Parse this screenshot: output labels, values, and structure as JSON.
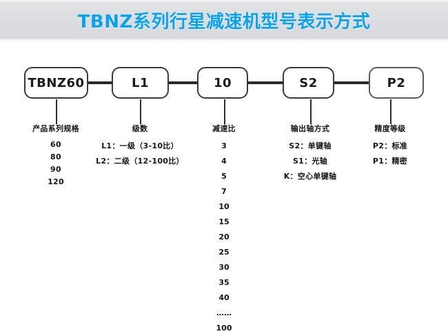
{
  "header": {
    "title": "TBNZ系列行星减速机型号表示方式",
    "title_color": "#0aa3ea",
    "band_color": "#dcdde0"
  },
  "diagram": {
    "type": "model-code-breakdown",
    "boxes": [
      {
        "label": "TBNZ60",
        "name": "code-box-series"
      },
      {
        "label": "L1",
        "name": "code-box-stage"
      },
      {
        "label": "10",
        "name": "code-box-ratio"
      },
      {
        "label": "S2",
        "name": "code-box-shaft"
      },
      {
        "label": "P2",
        "name": "code-box-precision"
      }
    ],
    "columns": [
      {
        "name": "series-spec",
        "header": "产品系列规格",
        "items": [
          "60",
          "80",
          "90",
          "120"
        ]
      },
      {
        "name": "stage-count",
        "header": "级数",
        "items": [
          "L1：一级（3-10比）",
          "L2：二级（12-100比）"
        ]
      },
      {
        "name": "reduction-ratio",
        "header": "减速比",
        "items": [
          "3",
          "4",
          "5",
          "7",
          "10",
          "15",
          "20",
          "25",
          "30",
          "35",
          "40",
          "……",
          "100"
        ]
      },
      {
        "name": "output-shaft-type",
        "header": "输出轴方式",
        "items": [
          "S2：单键轴",
          "S1：光轴",
          "K：空心单键轴"
        ]
      },
      {
        "name": "precision-grade",
        "header": "精度等级",
        "items": [
          "P2：标准",
          "P1：精密"
        ]
      }
    ]
  }
}
